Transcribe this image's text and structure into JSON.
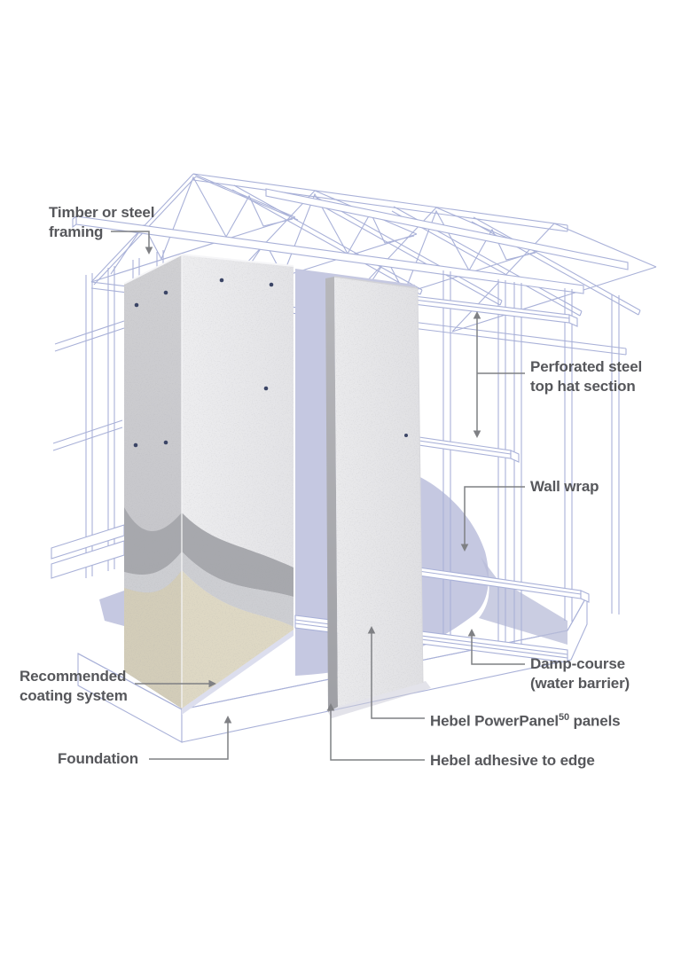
{
  "diagram": {
    "subject": "Hebel PowerPanel external wall system cutaway",
    "labels": {
      "framing": {
        "line1": "Timber or steel",
        "line2": "framing"
      },
      "top_hat": {
        "line1": "Perforated steel",
        "line2": "top hat section"
      },
      "wall_wrap": {
        "text": "Wall wrap"
      },
      "damp_course": {
        "line1": "Damp-course",
        "line2": "(water barrier)"
      },
      "power_panel": {
        "pre": "Hebel PowerPanel",
        "sup": "50",
        "post": " panels"
      },
      "adhesive": {
        "text": "Hebel adhesive to edge"
      },
      "coating": {
        "line1": "Recommended",
        "line2": "coating system"
      },
      "foundation": {
        "text": "Foundation"
      }
    },
    "colors": {
      "background": "#ffffff",
      "line_art": "#a9b1d8",
      "panel_face": "#e9e9eb",
      "panel_side": "#c8c8cc",
      "panel_edge": "#b0b0b4",
      "wall_wrap": "#c5c8e1",
      "wall_wrap_shadow": "#b8bcd8",
      "damp_strip": "#dcdeee",
      "coat_dark": "#a7a8ad",
      "coat_light": "#cdced2",
      "coating_beige": "#ded8c4",
      "coating_beige_shade": "#d3cdb9",
      "label_text": "#56575b",
      "leader": "#7f8084",
      "fixing_dot": "#3b4566"
    }
  }
}
